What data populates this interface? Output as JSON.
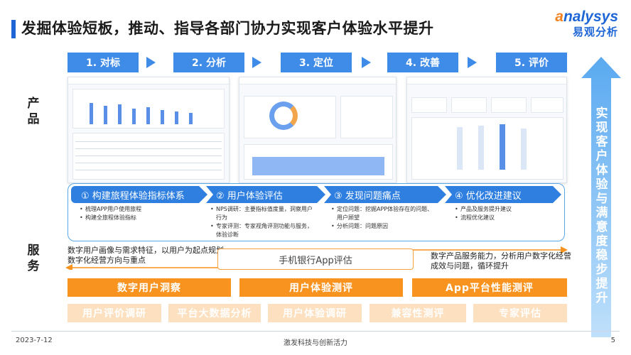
{
  "title": "发掘体验短板，推动、指导各部门协力实现客户体验水平提升",
  "logo": {
    "latin_accent": "a",
    "latin_rest": "nalysys",
    "cn": "易观分析"
  },
  "row_labels": {
    "product": [
      "产",
      "品"
    ],
    "service": [
      "服",
      "务"
    ]
  },
  "steps": [
    "1. 对标",
    "2. 分析",
    "3. 定位",
    "4. 改善",
    "5. 评价"
  ],
  "service_steps": [
    {
      "label": "① 构建旅程体验指标体系",
      "bullets": [
        "梳理APP用户使用旅程",
        "构建全旅程体验指标"
      ]
    },
    {
      "label": "② 用户体验评估",
      "bullets": [
        "NPS调研：主要指标值度量，洞察用户行为",
        "专家评测：专家视角评测功能与服务，体验诊断"
      ]
    },
    {
      "label": "③ 发现问题痛点",
      "bullets": [
        "定位问题：挖掘APP体验存在的问题、用户顾望",
        "分析问题：问题原因"
      ]
    },
    {
      "label": "④ 优化改进建议",
      "bullets": [
        "产品及服务提升建议",
        "流程优化建议"
      ]
    }
  ],
  "left_text": "数字用户画像与需求特征，以用户为起点规划数字化经营方向与重点",
  "center_text": "手机银行App评估",
  "right_text": "数字产品服务能力，分析用户数字化经营成效与问题，循环提升",
  "orange_blocks": [
    "数字用户洞察",
    "用户体验测评",
    "App平台性能测评"
  ],
  "pale_blocks": [
    "用户评价调研",
    "平台大数据分析",
    "用户体验调研",
    "兼容性测评",
    "专家评估"
  ],
  "vertical_text": [
    "实",
    "现",
    "客",
    "户",
    "体",
    "验",
    "与",
    "满",
    "意",
    "度",
    "稳",
    "步",
    "提",
    "升"
  ],
  "footer": {
    "date": "2023-7-12",
    "center": "激发科技与创新活力",
    "page": "5"
  },
  "colors": {
    "blue": "#3f8be8",
    "dark_blue": "#1e66d6",
    "orange": "#f7931e",
    "pale_orange": "#fde0bf"
  }
}
